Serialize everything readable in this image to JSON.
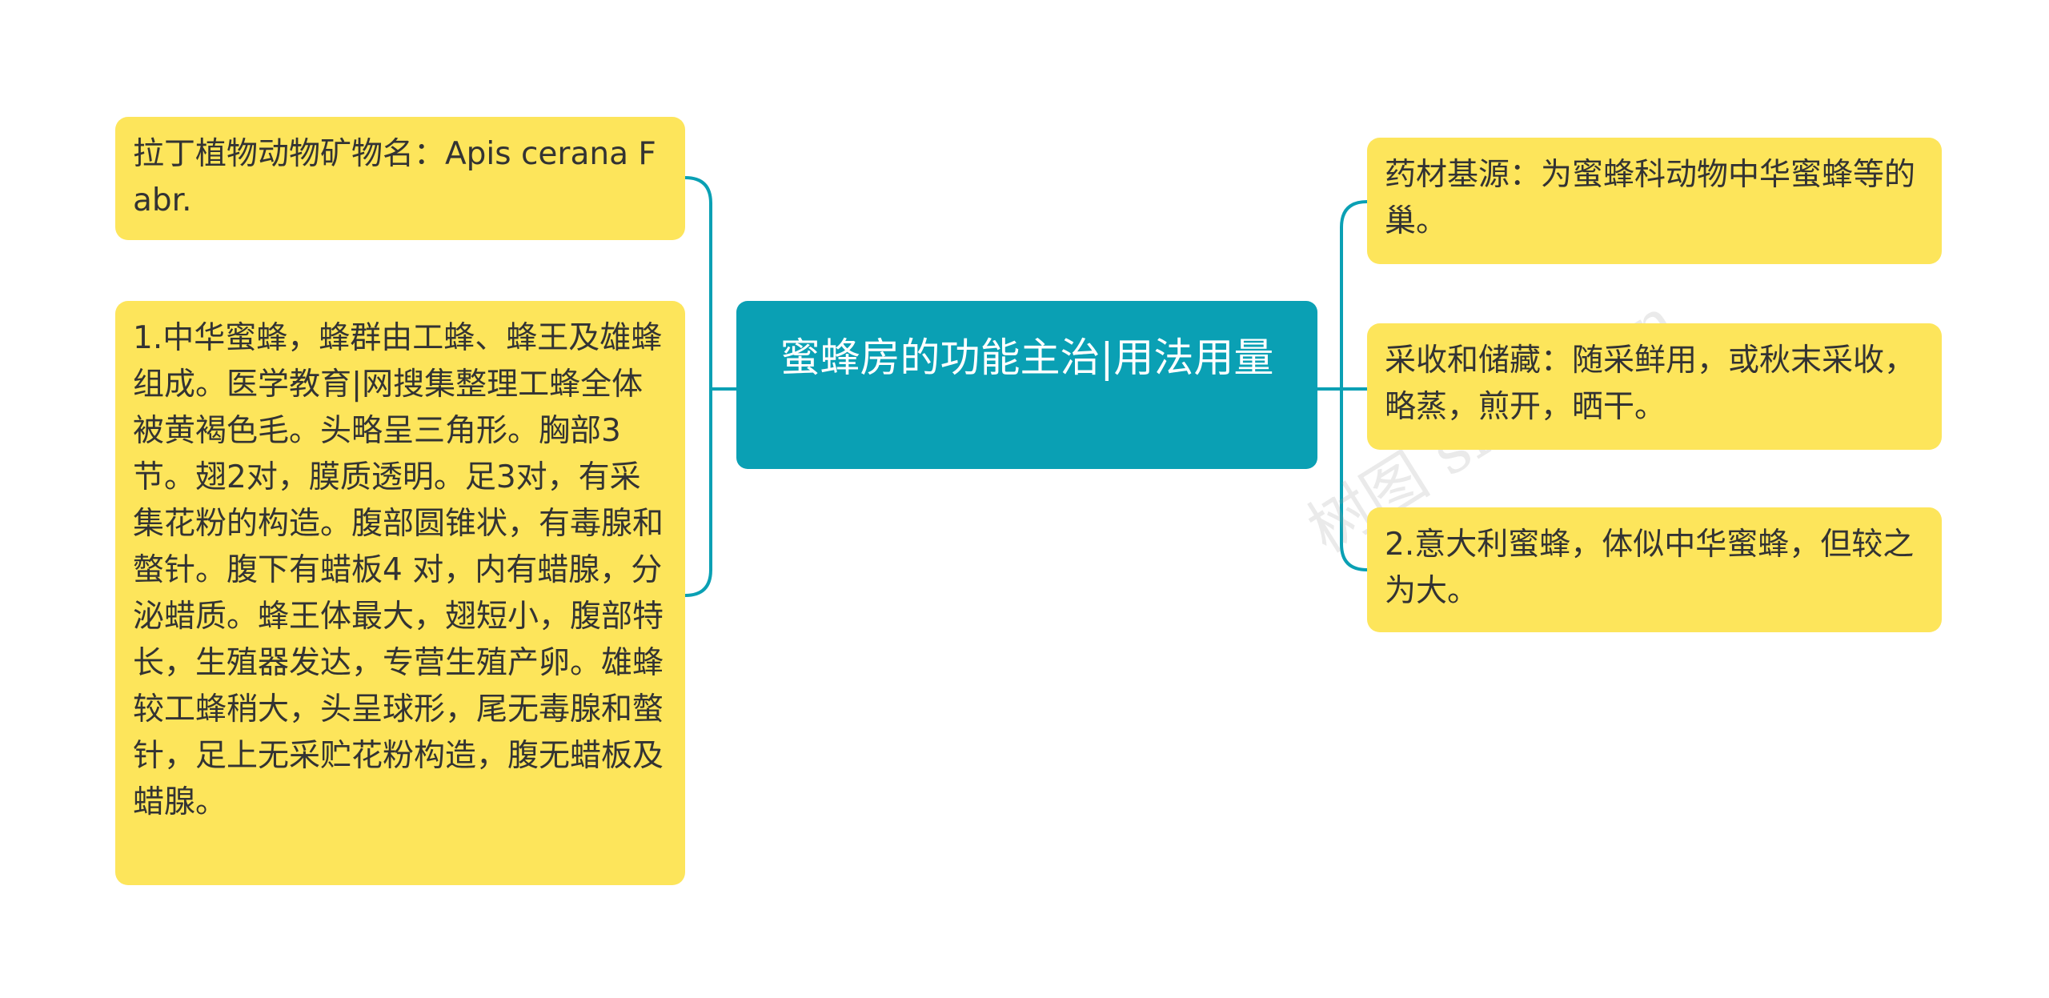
{
  "root": {
    "title": "蜜蜂房的功能主治|用法用量"
  },
  "left_nodes": [
    {
      "text": "拉丁植物动物矿物名：Apis cerana Fabr."
    },
    {
      "text": "1.中华蜜蜂，蜂群由工蜂、蜂王及雄蜂组成。医学教育|网搜集整理工蜂全体被黄褐色毛。头略呈三角形。胸部3节。翅2对，膜质透明。足3对，有采集花粉的构造。腹部圆锥状，有毒腺和螫针。腹下有蜡板4 对，内有蜡腺，分泌蜡质。蜂王体最大，翅短小，腹部特长，生殖器发达，专营生殖产卵。雄蜂较工蜂稍大，头呈球形，尾无毒腺和螫针，足上无采贮花粉构造，腹无蜡板及蜡腺。"
    }
  ],
  "right_nodes": [
    {
      "text": "药材基源：为蜜蜂科动物中华蜜蜂等的巢。"
    },
    {
      "text": "采收和储藏：随采鲜用，或秋末采收，略蒸，煎开，晒干。"
    },
    {
      "text": "2.意大利蜜蜂，体似中华蜜蜂，但较之为大。"
    }
  ],
  "colors": {
    "center_bg": "#0aa0b4",
    "node_bg": "#fde55b",
    "connector": "#0aa0b4"
  },
  "watermarks": [
    {
      "text": "树图 shutu.cn"
    },
    {
      "text": "树图 shutu.cn"
    }
  ]
}
